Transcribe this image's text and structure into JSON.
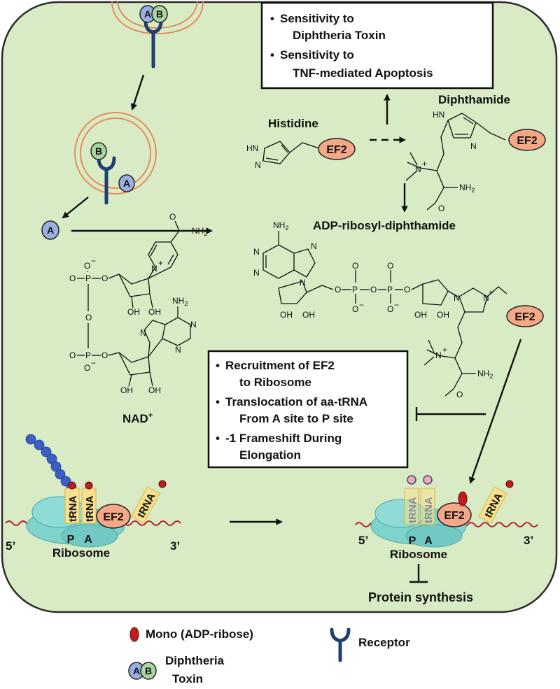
{
  "colors": {
    "cell_background": "#d8ebc4",
    "cell_border": "#2b2b2b",
    "toxin_A": "#9aaee0",
    "toxin_B": "#a8d5a0",
    "receptor": "#1f3f73",
    "ef2": "#f4a887",
    "ribosome": "#7fd3cd",
    "trna_box": "#f8e08e",
    "adp_ribose": "#c41c1c",
    "membrane": "#e8834f",
    "aa_chain": "#3b5fc4"
  },
  "toxin": {
    "a": "A",
    "b": "B"
  },
  "effects_box": {
    "items": [
      {
        "line1": "Sensitivity to",
        "line2": "Diphtheria Toxin"
      },
      {
        "line1": "Sensitivity to",
        "line2": "TNF-mediated Apoptosis"
      }
    ]
  },
  "molecules": {
    "histidine": "Histidine",
    "diphthamide": "Diphthamide",
    "adp_ribosyl": "ADP-ribosyl-diphthamide",
    "nad": "NAD",
    "nad_sup": "+",
    "ef2": "EF2",
    "atoms": {
      "nh2": "NH",
      "nh2_sub": "2",
      "hn": "HN",
      "n": "N",
      "o": "O",
      "oh": "OH",
      "p": "P",
      "o_minus": "O",
      "minus": "−",
      "plus": "+"
    }
  },
  "function_box": {
    "items": [
      {
        "line1": "Recruitment of EF2",
        "line2": "to Ribosome"
      },
      {
        "line1": "Translocation of aa-tRNA",
        "line2": "From A site to P site"
      },
      {
        "line1": "-1 Frameshift During",
        "line2": "Elongation"
      }
    ]
  },
  "ribosome_left": {
    "trna": "tRNA",
    "p_site": "P",
    "a_site": "A",
    "label": "Ribosome",
    "five_prime": "5’",
    "three_prime": "3’"
  },
  "ribosome_right": {
    "trna": "tRNA",
    "p_site": "P",
    "a_site": "A",
    "label": "Ribosome",
    "five_prime": "5’",
    "three_prime": "3’",
    "outcome": "Protein synthesis"
  },
  "legend": {
    "mono_adp": "Mono (ADP-ribose)",
    "receptor": "Receptor",
    "toxin_line1": "Diphtheria",
    "toxin_line2": "Toxin"
  }
}
